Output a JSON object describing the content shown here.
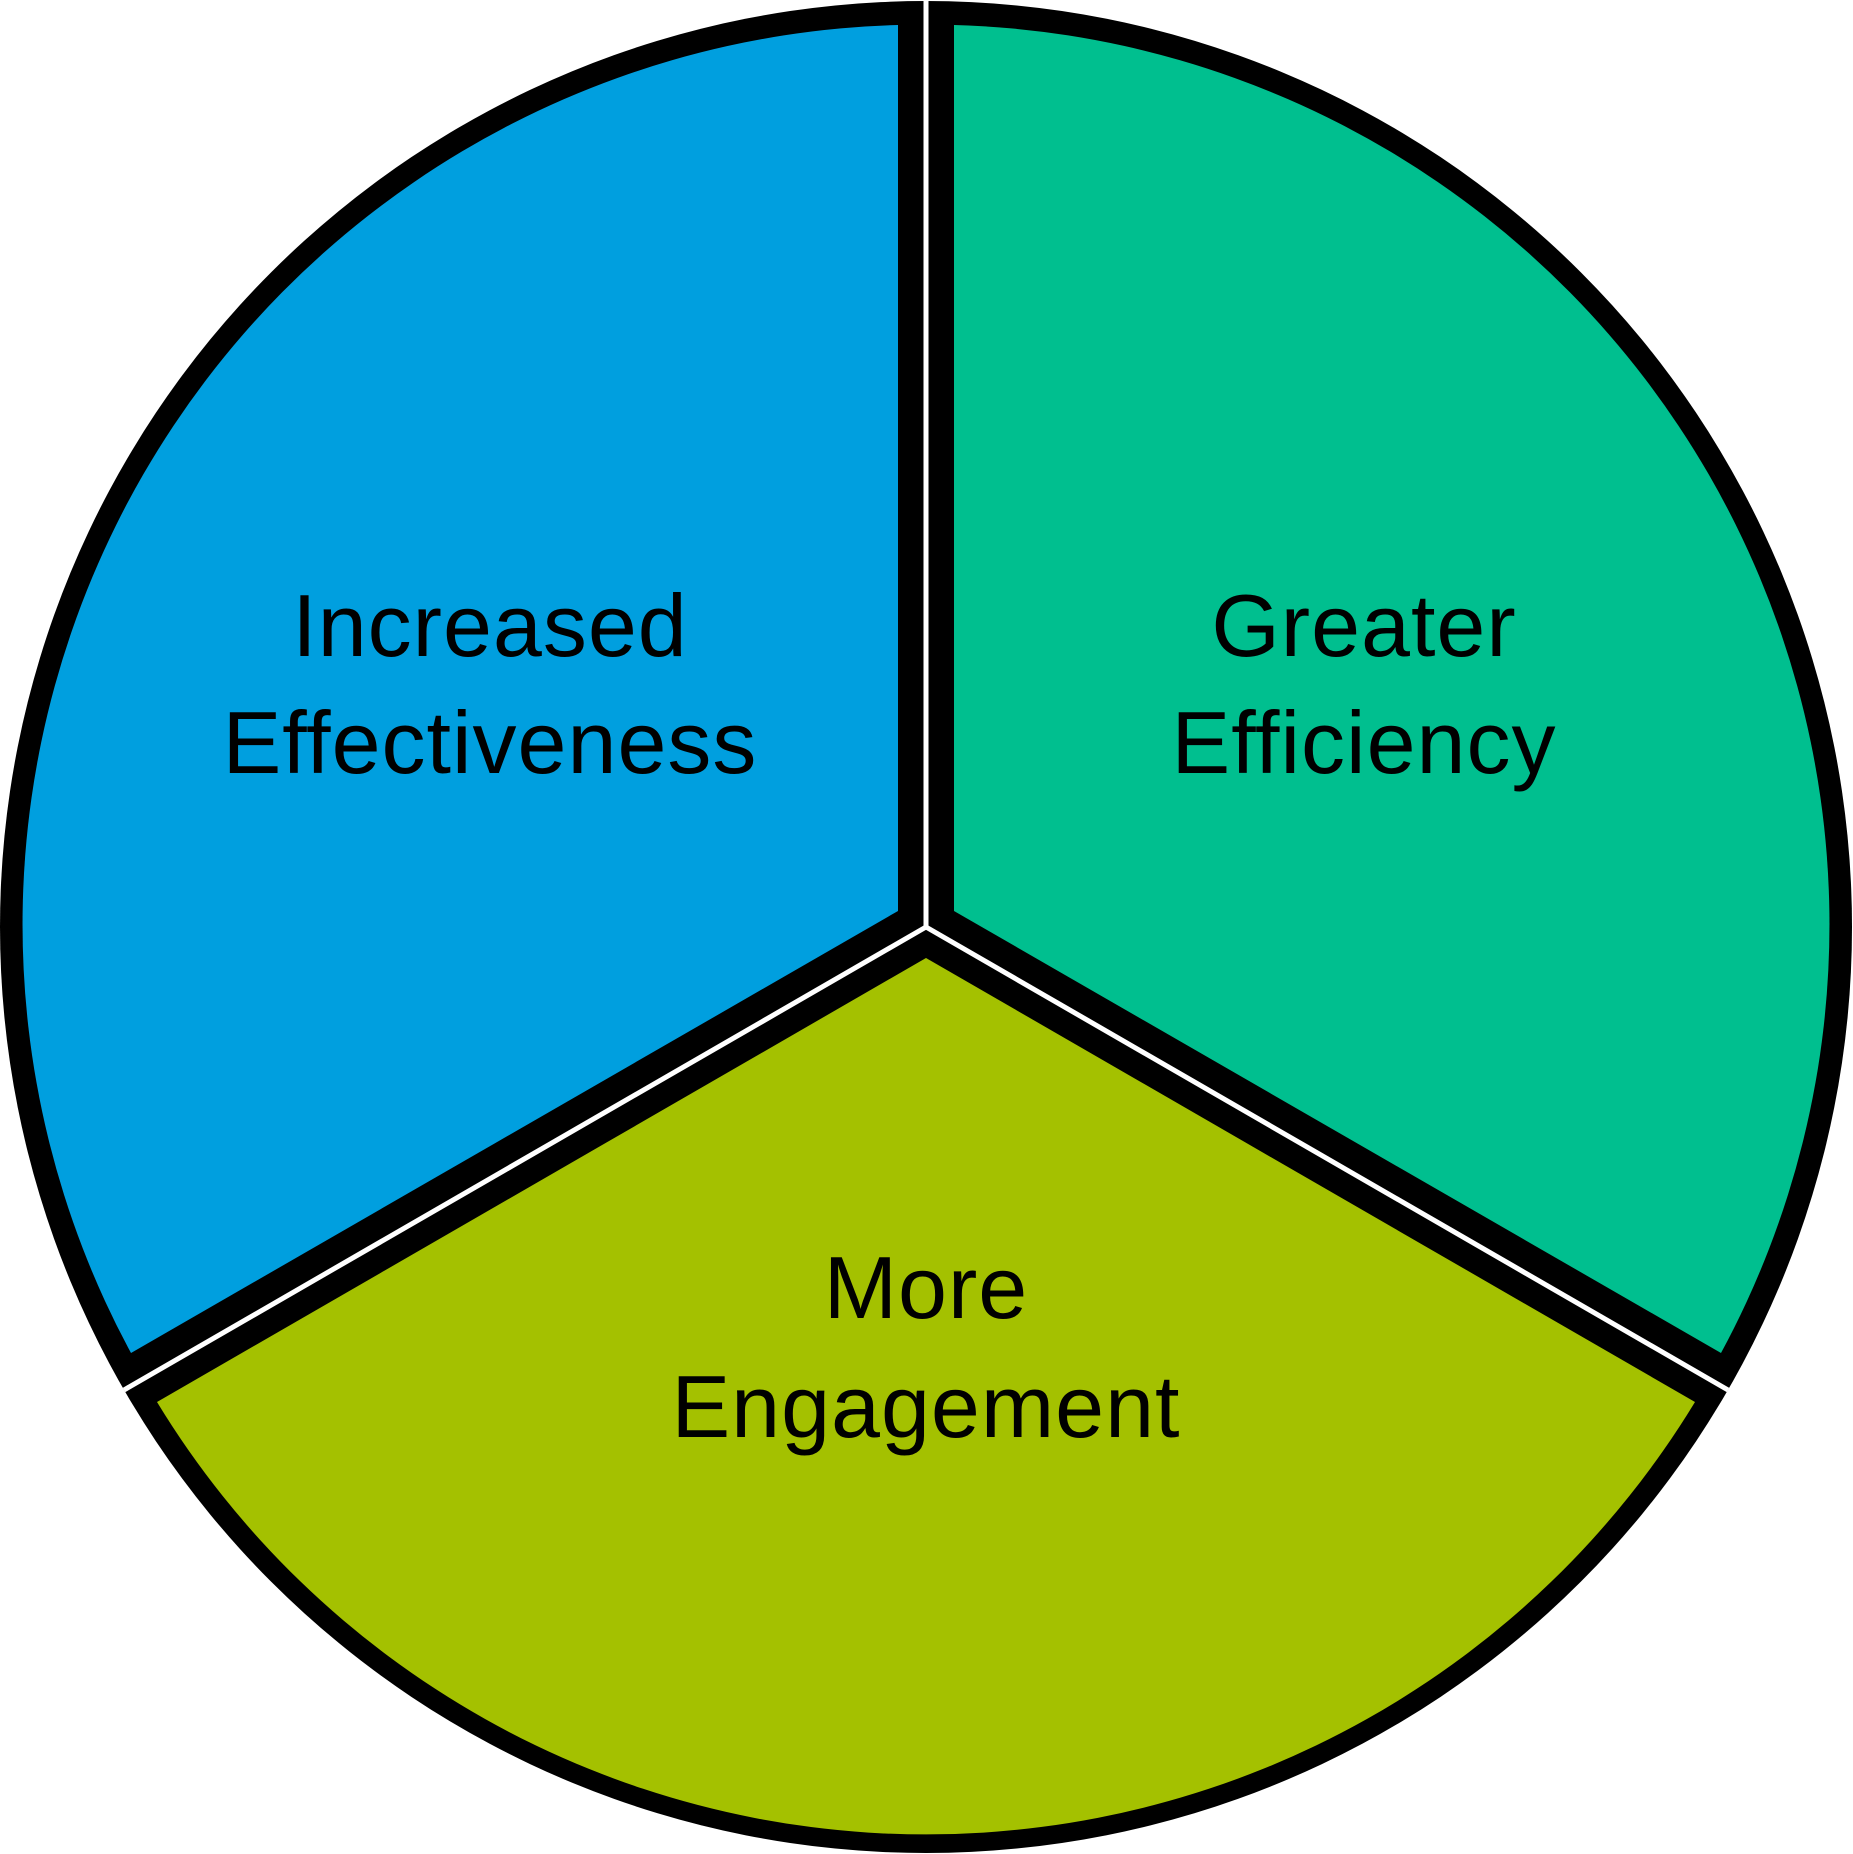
{
  "diagram": {
    "segments": [
      {
        "id": "increased-effectiveness",
        "line1": "Increased",
        "line2": "Effectiveness",
        "color": "#009FDF"
      },
      {
        "id": "greater-efficiency",
        "line1": "Greater",
        "line2": "Efficiency",
        "color": "#00BF8F"
      },
      {
        "id": "more-engagement",
        "line1": "More",
        "line2": "Engagement",
        "color": "#A4C100"
      }
    ],
    "outline_color": "#000000",
    "gap_color": "#FFFFFF"
  }
}
